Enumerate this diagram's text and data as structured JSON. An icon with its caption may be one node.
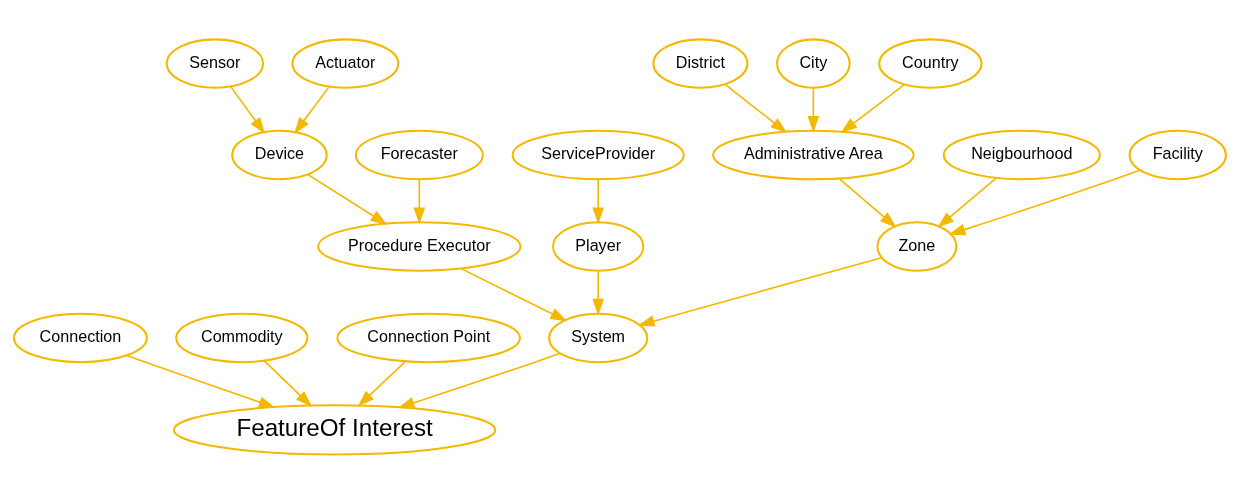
{
  "diagram": {
    "nodes": [
      {
        "text": [
          "FeatureOf Interest"
        ]
      },
      {
        "text": [
          "Connection"
        ]
      },
      {
        "text": [
          "Commodity"
        ]
      },
      {
        "text": [
          "Connection Point"
        ]
      },
      {
        "text": [
          "Sensor"
        ]
      },
      {
        "text": [
          "Device"
        ]
      },
      {
        "text": [
          "Procedure Executor"
        ]
      },
      {
        "text": [
          "System"
        ]
      },
      {
        "text": [
          "Actuator"
        ]
      },
      {
        "text": [
          "Forecaster"
        ]
      },
      {
        "text": [
          "Player"
        ]
      },
      {
        "text": [
          "ServiceProvider"
        ]
      },
      {
        "text": [
          "District"
        ]
      },
      {
        "text": [
          "City"
        ]
      },
      {
        "text": [
          "Administrative Area"
        ]
      },
      {
        "text": [
          "Country"
        ]
      },
      {
        "text": [
          "Zone"
        ]
      },
      {
        "text": [
          "Neigbourhood"
        ]
      },
      {
        "text": [
          "Facility"
        ]
      }
    ],
    "edges": [
      {
        "from": 1,
        "to": 0,
        "arrow": "to"
      },
      {
        "from": 2,
        "to": 0,
        "arrow": "to"
      },
      {
        "from": 3,
        "to": 0,
        "arrow": "to"
      },
      {
        "from": 4,
        "to": 5,
        "arrow": "to"
      },
      {
        "from": 5,
        "to": 6,
        "arrow": "to"
      },
      {
        "from": 8,
        "to": 5,
        "arrow": "to"
      },
      {
        "from": 9,
        "to": 6,
        "arrow": "to"
      },
      {
        "from": 6,
        "to": 7,
        "arrow": "to"
      },
      {
        "from": 7,
        "to": 0,
        "arrow": "to"
      },
      {
        "from": 10,
        "to": 7,
        "arrow": "to"
      },
      {
        "from": 11,
        "to": 10,
        "arrow": "to"
      },
      {
        "from": 16,
        "to": 7,
        "arrow": "to"
      },
      {
        "from": 12,
        "to": 14,
        "arrow": "to"
      },
      {
        "from": 13,
        "to": 14,
        "arrow": "to"
      },
      {
        "from": 15,
        "to": 14,
        "arrow": "to"
      },
      {
        "from": 14,
        "to": 16,
        "arrow": "to"
      },
      {
        "from": 17,
        "to": 16,
        "arrow": "to"
      },
      {
        "from": 18,
        "to": 16,
        "arrow": "to"
      }
    ]
  }
}
